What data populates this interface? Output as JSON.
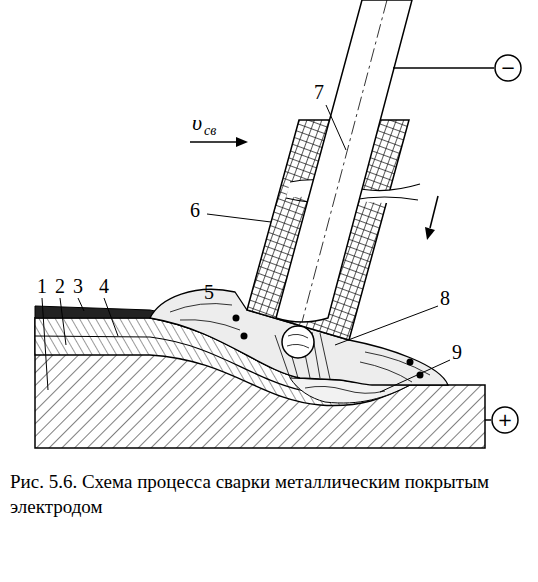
{
  "diagram": {
    "caption": "Рис. 5.6. Схема процесса сварки металлическим покрытым электродом",
    "nodes": [
      {
        "text": [
          "−"
        ]
      },
      {
        "text": [
          "+"
        ]
      }
    ],
    "labels": [
      "1",
      "2",
      "3",
      "4",
      "5",
      "6",
      "7",
      "8",
      "9",
      "υ",
      "св"
    ]
  }
}
